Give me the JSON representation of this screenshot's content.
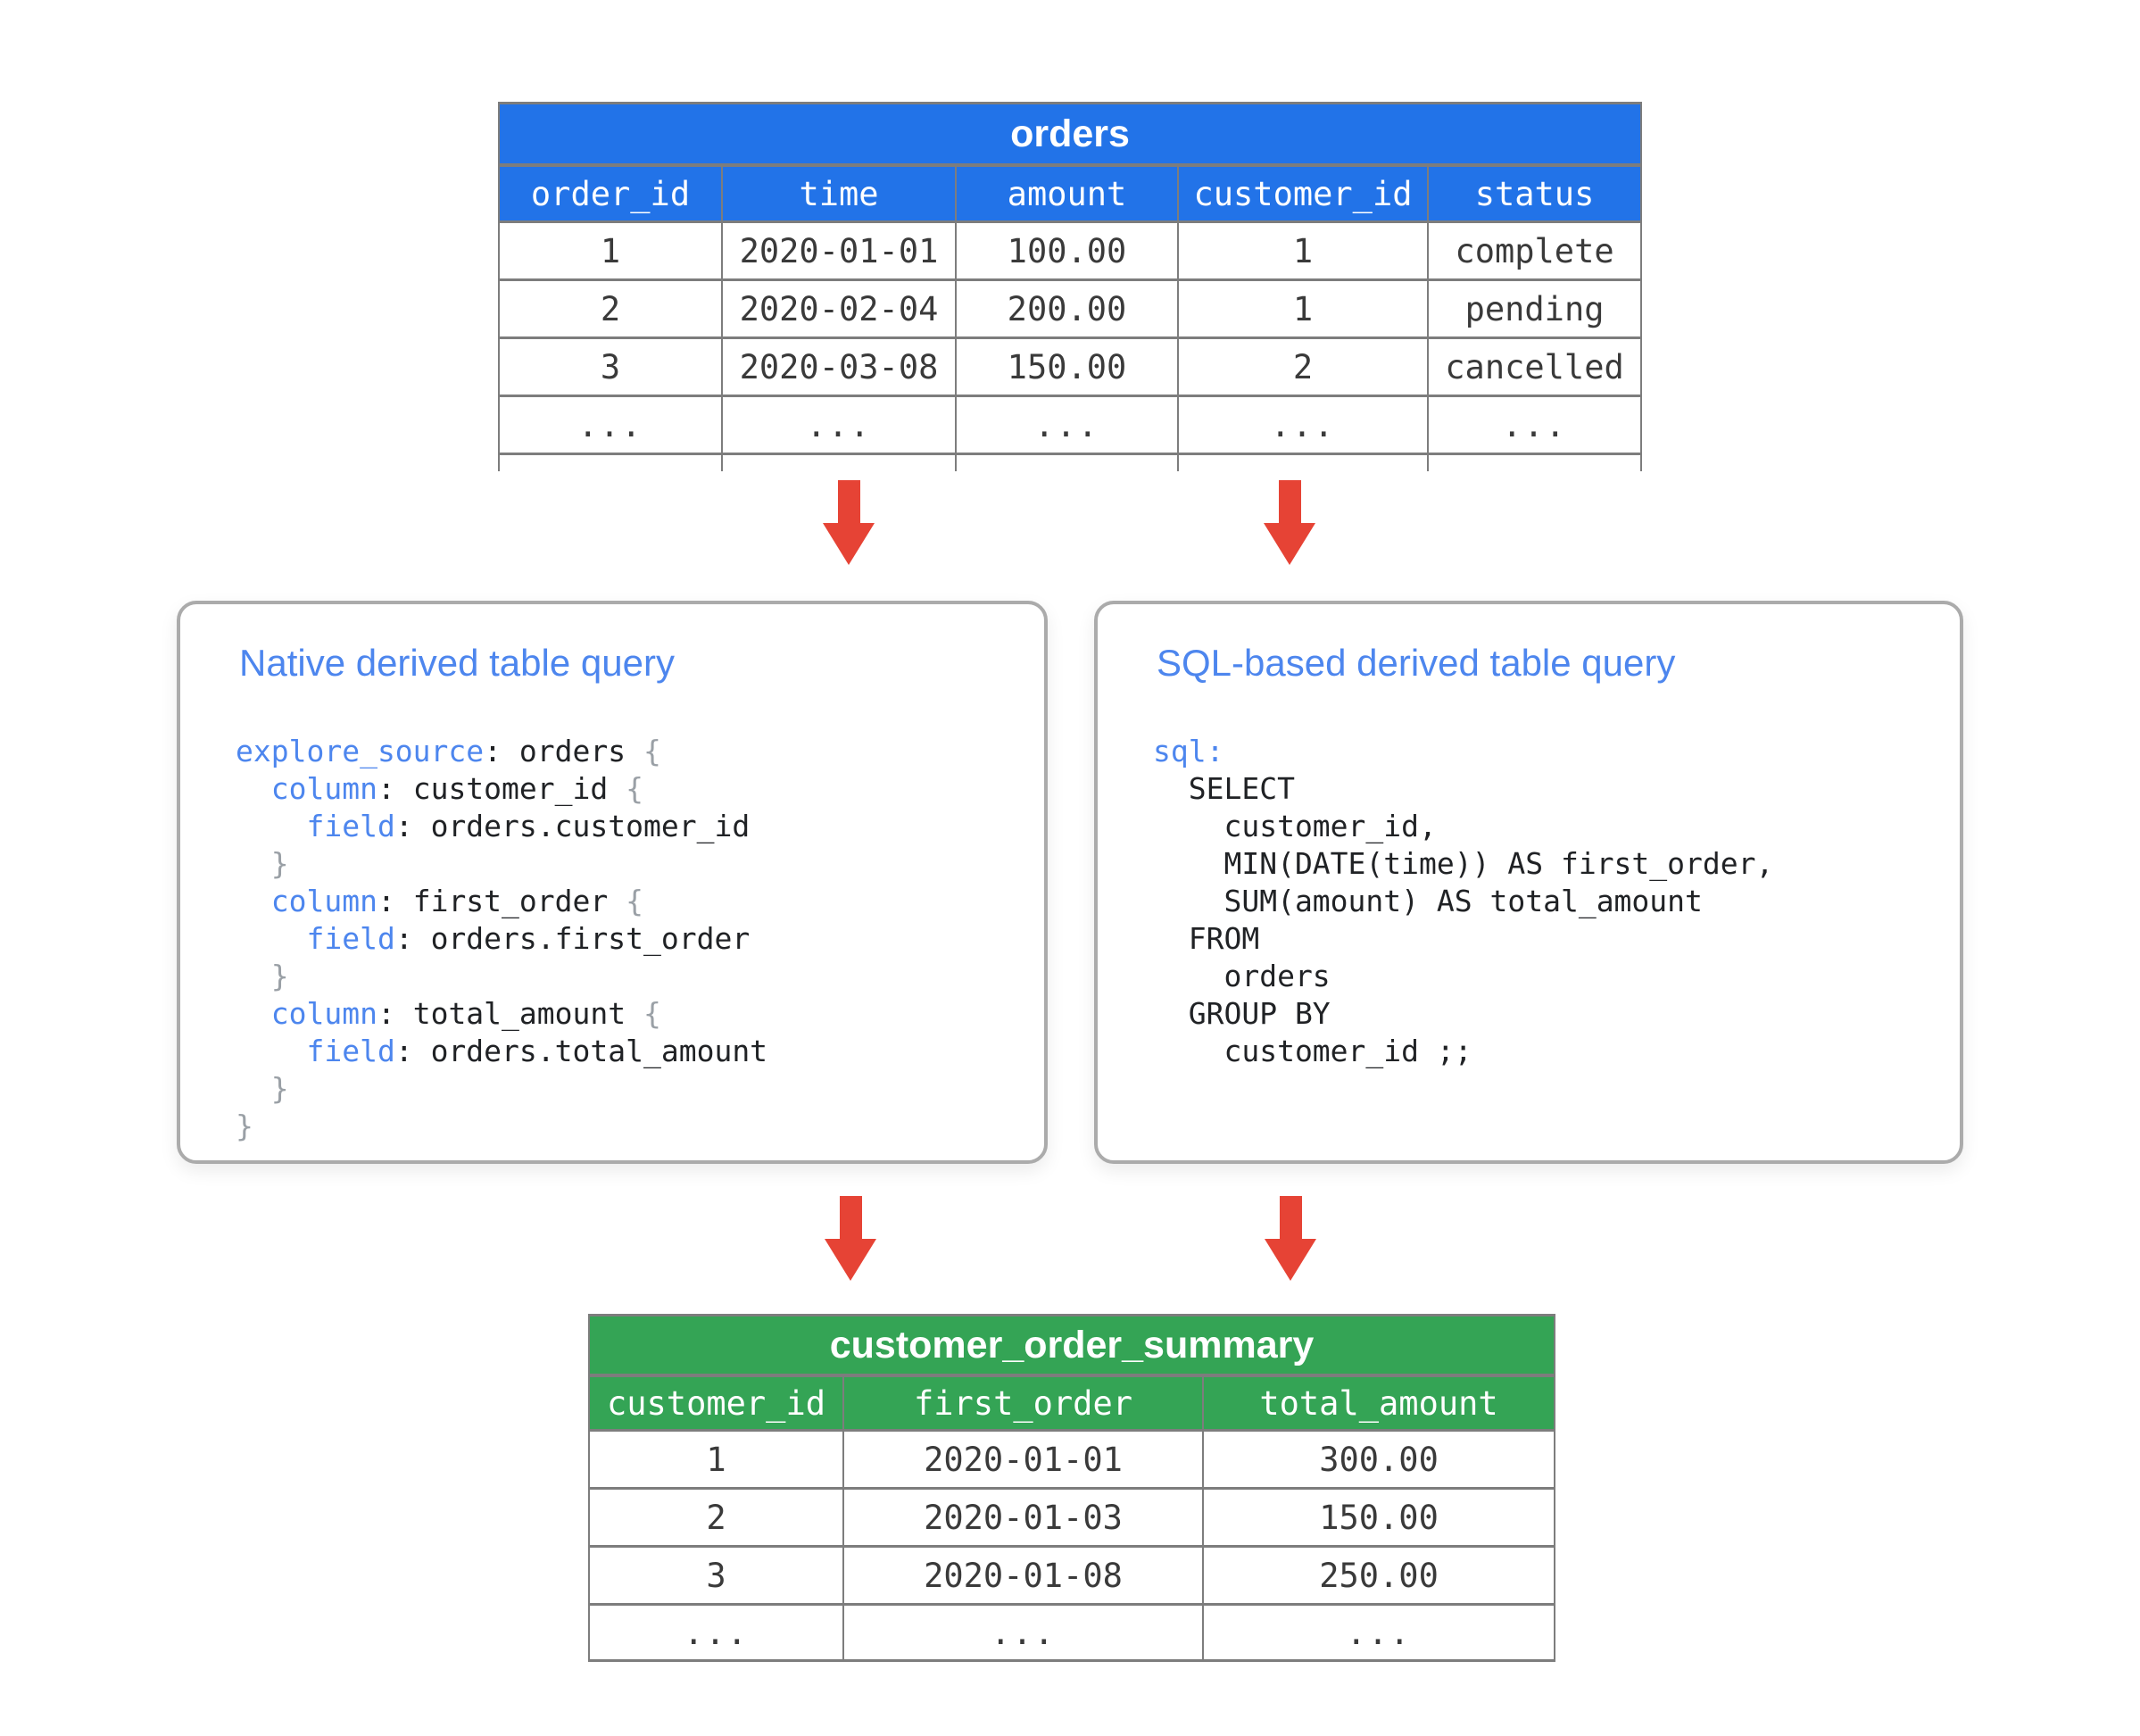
{
  "colors": {
    "table_header_blue": "#2273e8",
    "table_header_green": "#34a455",
    "arrow_red": "#e64335",
    "heading_blue": "#4d86ee",
    "keyword_blue": "#4d86ee",
    "brace_gray": "#9aa0a6",
    "border_gray": "#7d7d7d",
    "box_border_gray": "#ababab"
  },
  "orders_table": {
    "title": "orders",
    "columns": [
      "order_id",
      "time",
      "amount",
      "customer_id",
      "status"
    ],
    "rows": [
      [
        "1",
        "2020-01-01",
        "100.00",
        "1",
        "complete"
      ],
      [
        "2",
        "2020-02-04",
        "200.00",
        "1",
        "pending"
      ],
      [
        "3",
        "2020-03-08",
        "150.00",
        "2",
        "cancelled"
      ],
      [
        "...",
        "...",
        "...",
        "...",
        "..."
      ]
    ]
  },
  "native_box": {
    "title": "Native derived table query",
    "code": [
      [
        {
          "t": "explore_source",
          "k": "kw"
        },
        {
          "t": ": orders ",
          "k": "pl"
        },
        {
          "t": "{",
          "k": "br"
        }
      ],
      [
        {
          "t": "  ",
          "k": "pl"
        },
        {
          "t": "column",
          "k": "kw"
        },
        {
          "t": ": customer_id ",
          "k": "pl"
        },
        {
          "t": "{",
          "k": "br"
        }
      ],
      [
        {
          "t": "    ",
          "k": "pl"
        },
        {
          "t": "field",
          "k": "kw"
        },
        {
          "t": ": orders.customer_id",
          "k": "pl"
        }
      ],
      [
        {
          "t": "  ",
          "k": "pl"
        },
        {
          "t": "}",
          "k": "br"
        }
      ],
      [
        {
          "t": "  ",
          "k": "pl"
        },
        {
          "t": "column",
          "k": "kw"
        },
        {
          "t": ": first_order ",
          "k": "pl"
        },
        {
          "t": "{",
          "k": "br"
        }
      ],
      [
        {
          "t": "    ",
          "k": "pl"
        },
        {
          "t": "field",
          "k": "kw"
        },
        {
          "t": ": orders.first_order",
          "k": "pl"
        }
      ],
      [
        {
          "t": "  ",
          "k": "pl"
        },
        {
          "t": "}",
          "k": "br"
        }
      ],
      [
        {
          "t": "  ",
          "k": "pl"
        },
        {
          "t": "column",
          "k": "kw"
        },
        {
          "t": ": total_amount ",
          "k": "pl"
        },
        {
          "t": "{",
          "k": "br"
        }
      ],
      [
        {
          "t": "    ",
          "k": "pl"
        },
        {
          "t": "field",
          "k": "kw"
        },
        {
          "t": ": orders.total_amount",
          "k": "pl"
        }
      ],
      [
        {
          "t": "  ",
          "k": "pl"
        },
        {
          "t": "}",
          "k": "br"
        }
      ],
      [
        {
          "t": "}",
          "k": "br"
        }
      ]
    ]
  },
  "sql_box": {
    "title": "SQL-based derived table query",
    "code": [
      [
        {
          "t": "sql:",
          "k": "kw"
        }
      ],
      [
        {
          "t": "  SELECT",
          "k": "pl"
        }
      ],
      [
        {
          "t": "    customer_id,",
          "k": "pl"
        }
      ],
      [
        {
          "t": "    MIN(DATE(time)) AS first_order,",
          "k": "pl"
        }
      ],
      [
        {
          "t": "    SUM(amount) AS total_amount",
          "k": "pl"
        }
      ],
      [
        {
          "t": "  FROM",
          "k": "pl"
        }
      ],
      [
        {
          "t": "    orders",
          "k": "pl"
        }
      ],
      [
        {
          "t": "  GROUP BY",
          "k": "pl"
        }
      ],
      [
        {
          "t": "    customer_id ;;",
          "k": "pl"
        }
      ]
    ]
  },
  "summary_table": {
    "title": "customer_order_summary",
    "columns": [
      "customer_id",
      "first_order",
      "total_amount"
    ],
    "rows": [
      [
        "1",
        "2020-01-01",
        "300.00"
      ],
      [
        "2",
        "2020-01-03",
        "150.00"
      ],
      [
        "3",
        "2020-01-08",
        "250.00"
      ],
      [
        "...",
        "...",
        "..."
      ]
    ]
  }
}
